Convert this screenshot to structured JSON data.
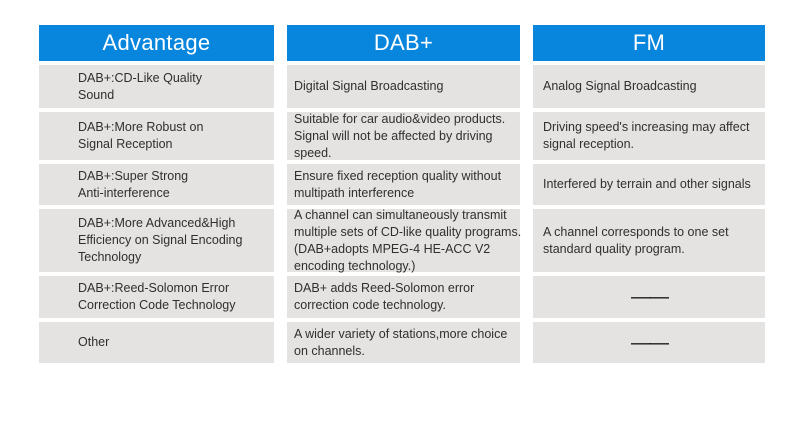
{
  "page": {
    "background": "#FFFFFF"
  },
  "table": {
    "colors": {
      "header_bg": "#0885DC",
      "header_text": "#FFFFFF",
      "row_bg": "#E4E3E1",
      "body_text": "#2F2F2F"
    },
    "columns": [
      {
        "header": "Advantage"
      },
      {
        "header": "DAB+"
      },
      {
        "header": "FM"
      }
    ],
    "rows": [
      {
        "advantage": "DAB+:CD-Like Quality\nSound",
        "dab": "Digital Signal Broadcasting",
        "fm": "Analog Signal Broadcasting"
      },
      {
        "advantage": "DAB+:More Robust on\nSignal Reception",
        "dab": "Suitable for car audio&video products.\nSignal will not be affected by driving\nspeed.",
        "fm": "Driving speed's increasing may affect\nsignal reception."
      },
      {
        "advantage": "DAB+:Super Strong\nAnti-interference",
        "dab": "Ensure fixed reception quality without\nmultipath interference",
        "fm": "Interfered by terrain and other signals"
      },
      {
        "advantage": "DAB+:More Advanced&High\nEfficiency on Signal Encoding\nTechnology",
        "dab": "A channel can simultaneously transmit\nmultiple sets of CD-like quality programs.\n(DAB+adopts MPEG-4 HE-ACC V2\nencoding technology.)",
        "fm": "A channel corresponds to one set\nstandard quality program."
      },
      {
        "advantage": "DAB+:Reed-Solomon Error\nCorrection Code Technology",
        "dab": "DAB+ adds Reed-Solomon error\ncorrection code technology.",
        "fm": "——"
      },
      {
        "advantage": "Other",
        "dab": "A wider variety of stations,more choice\non channels.",
        "fm": "——"
      }
    ]
  }
}
